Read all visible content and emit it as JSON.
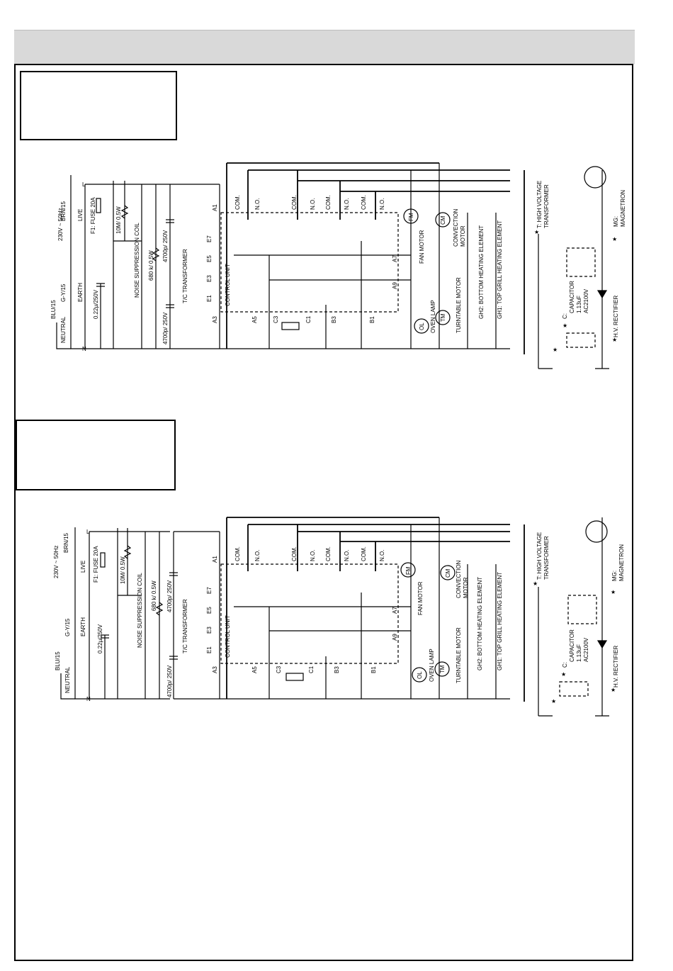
{
  "page": {
    "header_band": "",
    "diagrams": [
      {
        "id": "upper"
      },
      {
        "id": "lower"
      }
    ]
  },
  "labels": {
    "supply": "230V ~ 50Hz",
    "brn": "BRN/15",
    "live": "LIVE",
    "earth": "EARTH",
    "gy": "G-Y/15",
    "blu": "BLU/15",
    "neutral": "NEUTRAL",
    "fuse": "F1: FUSE 20A",
    "res10m": "10M/ 0.5W",
    "cap022": "0.22μ/250V",
    "nsc": "NOISE SUPPRESSION COIL",
    "res680": "680 k/ 0.5W",
    "cap4700a": "4700p/ 250V",
    "cap4700b": "4700p/ 250V",
    "tc": "T/C TRANSFORMER",
    "control": "CONTROL UNIT",
    "com": "COM.",
    "no": "N.O.",
    "a1": "A1",
    "a3": "A3",
    "a5": "A5",
    "a7": "A7",
    "a9": "A9",
    "e1": "E1",
    "e3": "E3",
    "e5": "E5",
    "e7": "E7",
    "b1": "B1",
    "b3": "B3",
    "c1": "C1",
    "c3": "C3",
    "fm": "FM",
    "fan": "FAN MOTOR",
    "cm": "CM",
    "conv1": "CONVECTION",
    "conv2": "MOTOR",
    "ol": "OL",
    "lamp": "OVEN LAMP",
    "tm": "TM",
    "turntable": "TURNTABLE MOTOR",
    "gh2": "GH2: BOTTOM HEATING ELEMENT",
    "gh1": "GH1: TOP GRILL HEATING ELEMENT",
    "hvt1": "T: HIGH VOLTAGE",
    "hvt2": "TRANSFORMER",
    "mg1": "MG:",
    "mg2": "MAGNETRON",
    "capc1": "C:",
    "capc2": "CAPACITOR",
    "capc3": "1.13uF",
    "capc4": "AC2100V",
    "rect": "H.V. RECTIFIER",
    "star": "★",
    "l": "L",
    "n": "N"
  }
}
